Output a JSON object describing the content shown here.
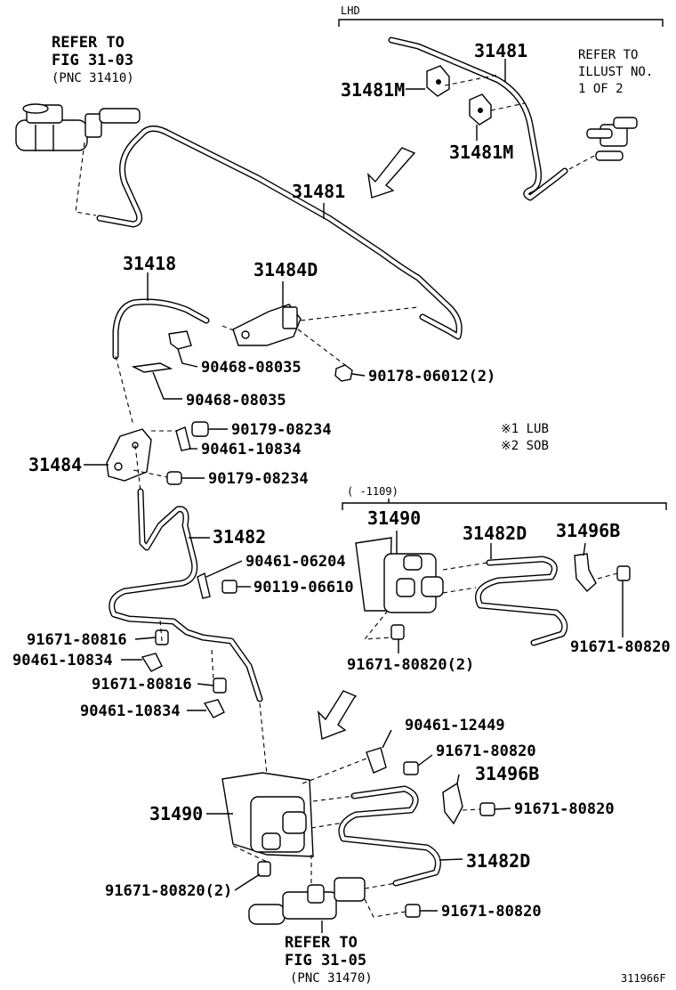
{
  "sections": {
    "lhd": "LHD",
    "range": "(    -1109)"
  },
  "legend": {
    "lub": "※1  LUB",
    "sob": "※2  SOB"
  },
  "refs": {
    "top_left": [
      "REFER TO",
      "FIG 31-03",
      "(PNC 31410)"
    ],
    "top_right": [
      "REFER TO",
      "ILLUST NO.",
      "1 OF 2"
    ],
    "bottom": [
      "REFER TO",
      "FIG 31-05",
      "(PNC 31470)"
    ]
  },
  "labels": {
    "p31481_top": "31481",
    "p31481m_a": "31481M",
    "p31481m_b": "31481M",
    "p31481_mid": "31481",
    "p31418": "31418",
    "p31484d": "31484D",
    "p90468_a": "90468-08035",
    "p90468_b": "90468-08035",
    "p90178": "90178-06012(2)",
    "p90179_a": "90179-08234",
    "p90461_a": "90461-10834",
    "p31484": "31484",
    "p90179_b": "90179-08234",
    "p31482": "31482",
    "p90461_b": "90461-06204",
    "p90119": "90119-06610",
    "p91671_a": "91671-80816",
    "p90461_c": "90461-10834",
    "p91671_b": "91671-80816",
    "p90461_d": "90461-10834",
    "p31490_top": "31490",
    "p31482d_top": "31482D",
    "p31496b_top": "31496B",
    "p91671_c": "91671-80820",
    "p91671_d": "91671-80820(2)",
    "p90461_e": "90461-12449",
    "p91671_e": "91671-80820",
    "p31496b_bot": "31496B",
    "p91671_f": "91671-80820",
    "p31490_bot": "31490",
    "p31482d_bot": "31482D",
    "p91671_g": "91671-80820(2)",
    "p91671_h": "91671-80820"
  },
  "figure_id": "311966F"
}
